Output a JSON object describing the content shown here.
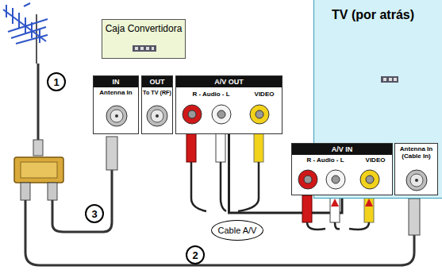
{
  "diagram": {
    "nodes": [
      {
        "text": [
          "Caja Convertidora"
        ]
      },
      {
        "text": [
          "TV (por atrás)"
        ]
      },
      {
        "text": [
          "IN",
          "Antenna In"
        ]
      },
      {
        "text": [
          "OUT",
          "To TV (RF)"
        ]
      },
      {
        "text": [
          "A/V OUT",
          "R - Audio - L",
          "VIDEO"
        ]
      },
      {
        "text": [
          "A/V IN",
          "R - Audio - L",
          "VIDEO"
        ]
      },
      {
        "text": [
          "Antenna In (Cable In)"
        ]
      },
      {
        "text": [
          "1"
        ]
      },
      {
        "text": [
          "3"
        ]
      },
      {
        "text": [
          "Cable A/V"
        ]
      },
      {
        "text": [
          "2"
        ]
      }
    ],
    "edges": [
      {
        "from": 4,
        "to": 5,
        "arrow": "none"
      }
    ]
  }
}
